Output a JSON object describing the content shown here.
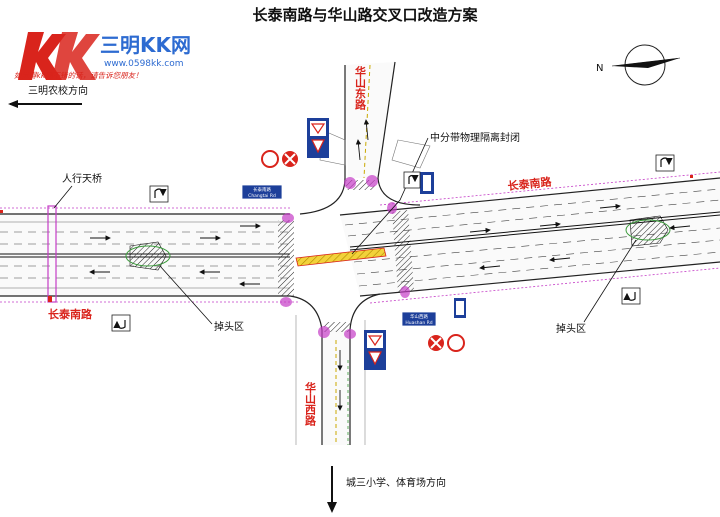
{
  "title": "长泰南路与华山路交叉口改造方案",
  "logo": {
    "mark": "KK",
    "brand": "三明KK网",
    "url": "www.0598kk.com",
    "slogan": "如觉得kk网不错的话，请告诉您朋友！"
  },
  "labels": {
    "west_direction": "三明农校方向",
    "south_direction": "城三小学、体育场方向",
    "footbridge": "人行天桥",
    "median_closed": "中分带物理隔离封闭",
    "uturn_zone_left": "掉头区",
    "uturn_zone_right": "掉头区",
    "compass_n": "N"
  },
  "roads": {
    "changtai_south_right": "长泰南路",
    "changtai_south_left": "长泰南路",
    "huashan_east": "华山东路",
    "huashan_west": "华山西路"
  },
  "signs": {
    "street_name_1": "长泰南路",
    "street_name_1_sub": "Changtai Rd",
    "street_name_2": "华山西路",
    "street_name_2_sub": "Huashan Rd"
  },
  "colors": {
    "road_red": "#d9241c",
    "sign_blue": "#1d3f9a",
    "median_yellow": "#f2d23a",
    "island_magenta": "#c43cc6"
  }
}
